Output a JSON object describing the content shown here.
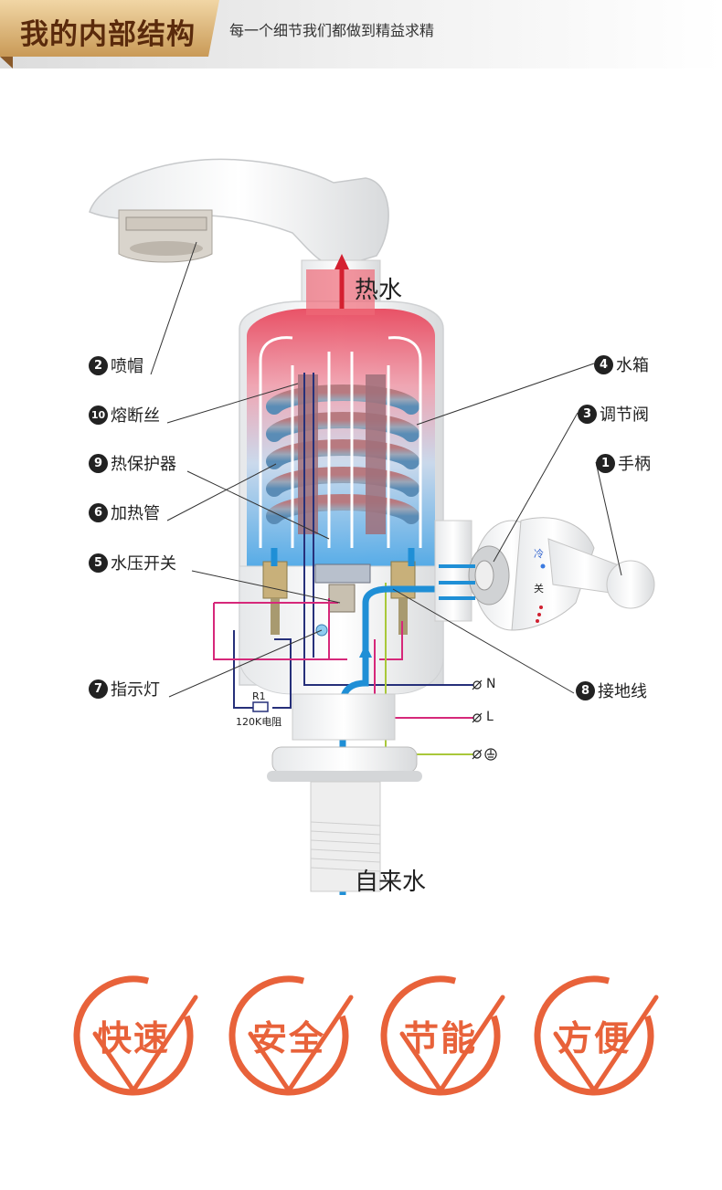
{
  "header": {
    "title": "我的内部结构",
    "subtitle": "每一个细节我们都做到精益求精"
  },
  "labels": {
    "hot_water": "热水",
    "tap_water": "自来水",
    "nozzle_cap": {
      "num": "2",
      "text": "喷帽"
    },
    "fuse": {
      "num": "10",
      "text": "熔断丝"
    },
    "thermal_protector": {
      "num": "9",
      "text": "热保护器"
    },
    "heating_tube": {
      "num": "6",
      "text": "加热管"
    },
    "pressure_switch": {
      "num": "5",
      "text": "水压开关"
    },
    "indicator_light": {
      "num": "7",
      "text": "指示灯"
    },
    "water_tank": {
      "num": "4",
      "text": "水箱"
    },
    "regulating_valve": {
      "num": "3",
      "text": "调节阀"
    },
    "handle": {
      "num": "1",
      "text": "手柄"
    },
    "ground_wire": {
      "num": "8",
      "text": "接地线"
    }
  },
  "wiring": {
    "n": "N",
    "l": "L",
    "resistor_id": "R1",
    "resistor_value": "120K电阻"
  },
  "knob": {
    "cold": "冷",
    "off": "关"
  },
  "features": [
    "快速",
    "安全",
    "节能",
    "方便"
  ],
  "colors": {
    "accent_orange": "#e8623a",
    "header_brown": "#5a2a0c",
    "hot_red": "#e23a4a",
    "cold_blue": "#1f8fd6",
    "wire_navy": "#26307a",
    "wire_magenta": "#d6287a",
    "wire_green": "#a9c83a"
  }
}
